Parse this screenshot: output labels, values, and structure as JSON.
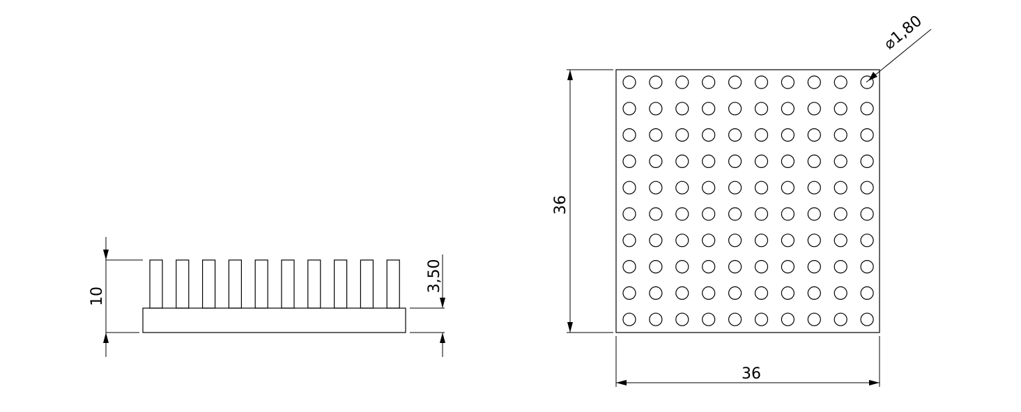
{
  "side_view": {
    "pin_count": 10,
    "dimensions": {
      "overall_height": "10",
      "base_thickness": "3,50"
    }
  },
  "top_view": {
    "grid_rows": 10,
    "grid_cols": 10,
    "dimensions": {
      "height": "36",
      "width": "36",
      "pin_diameter": "1,80",
      "diameter_symbol": "⌀"
    }
  }
}
